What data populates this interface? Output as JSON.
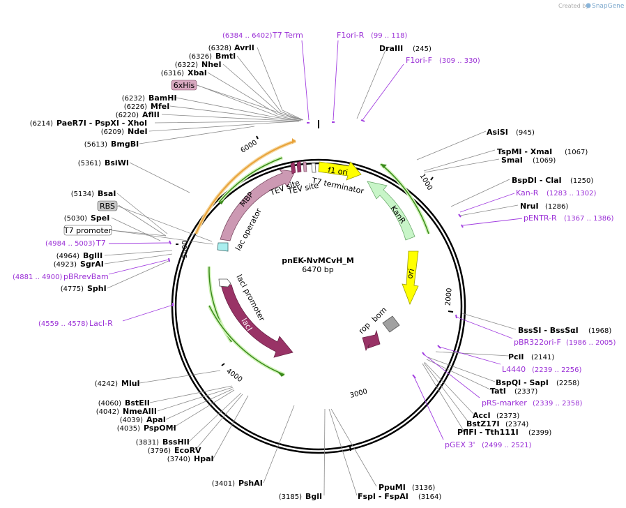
{
  "watermark": {
    "created_by": "Created by",
    "app": "SnapGene"
  },
  "plasmid": {
    "name": "pnEK-NvMCvH_M",
    "length_label": "6470 bp",
    "length": 6470
  },
  "ticks": [
    "1000",
    "2000",
    "3000",
    "4000",
    "5000",
    "6000"
  ],
  "features": [
    {
      "name": "f1 ori",
      "color": "#ffff00"
    },
    {
      "name": "T7 terminator",
      "color": "#ffffff"
    },
    {
      "name": "KanR",
      "color": "#c8f5c8"
    },
    {
      "name": "ori",
      "color": "#ffff00"
    },
    {
      "name": "rop",
      "color": "#993366"
    },
    {
      "name": "bom",
      "color": "#a0a0a0"
    },
    {
      "name": "lacI",
      "color": "#993366"
    },
    {
      "name": "lacI promoter",
      "color": "#ffffff"
    },
    {
      "name": "lac operator",
      "color": "#aaeeee"
    },
    {
      "name": "MBP",
      "color": "#cc99b3"
    },
    {
      "name": "TEV site",
      "color": "#993366"
    },
    {
      "name": "TEV site",
      "color": "#993366"
    }
  ],
  "enzymes": [
    {
      "pos": "(6328)",
      "name": "AvrII"
    },
    {
      "pos": "(6326)",
      "name": "BmtI"
    },
    {
      "pos": "(6322)",
      "name": "NheI"
    },
    {
      "pos": "(6316)",
      "name": "XbaI"
    },
    {
      "pos": "(6232)",
      "name": "BamHI"
    },
    {
      "pos": "(6226)",
      "name": "MfeI"
    },
    {
      "pos": "(6220)",
      "name": "AflII"
    },
    {
      "pos": "(6214)",
      "name": "PaeR7I  - PspXI  - XhoI"
    },
    {
      "pos": "(6209)",
      "name": "NdeI"
    },
    {
      "pos": "(5613)",
      "name": "BmgBI"
    },
    {
      "pos": "(5361)",
      "name": "BsiWI"
    },
    {
      "pos": "(5134)",
      "name": "BsaI"
    },
    {
      "pos": "(5030)",
      "name": "SpeI"
    },
    {
      "pos": "(4964)",
      "name": "BglII"
    },
    {
      "pos": "(4923)",
      "name": "SgrAI"
    },
    {
      "pos": "(4775)",
      "name": "SphI"
    },
    {
      "pos": "(4242)",
      "name": "MluI"
    },
    {
      "pos": "(4060)",
      "name": "BstEII"
    },
    {
      "pos": "(4042)",
      "name": "NmeAIII"
    },
    {
      "pos": "(4039)",
      "name": "ApaI"
    },
    {
      "pos": "(4035)",
      "name": "PspOMI"
    },
    {
      "pos": "(3831)",
      "name": "BssHII"
    },
    {
      "pos": "(3796)",
      "name": "EcoRV"
    },
    {
      "pos": "(3740)",
      "name": "HpaI"
    },
    {
      "pos": "(3401)",
      "name": "PshAI"
    },
    {
      "pos": "(3185)",
      "name": "BglI"
    },
    {
      "pos": "(3136)",
      "name": "PpuMI"
    },
    {
      "pos": "(3164)",
      "name": "FspI  - FspAI"
    },
    {
      "pos": "(245)",
      "name": "DraIII"
    },
    {
      "pos": "(945)",
      "name": "AsiSI"
    },
    {
      "pos": "(1067)",
      "name": "TspMI  - XmaI"
    },
    {
      "pos": "(1069)",
      "name": "SmaI"
    },
    {
      "pos": "(1250)",
      "name": "BspDI  - ClaI"
    },
    {
      "pos": "(1286)",
      "name": "NruI"
    },
    {
      "pos": "(1968)",
      "name": "BssSI  - BssSαI"
    },
    {
      "pos": "(2141)",
      "name": "PciI"
    },
    {
      "pos": "(2258)",
      "name": "BspQI  - SapI"
    },
    {
      "pos": "(2337)",
      "name": "TatI"
    },
    {
      "pos": "(2373)",
      "name": "AccI"
    },
    {
      "pos": "(2374)",
      "name": "BstZ17I"
    },
    {
      "pos": "(2399)",
      "name": "PflFI  - Tth111I"
    }
  ],
  "primers": [
    {
      "pos": "(6384 .. 6402)",
      "name": "T7 Term"
    },
    {
      "pos": "(99 .. 118)",
      "name": "F1ori-R"
    },
    {
      "pos": "(309 .. 330)",
      "name": "F1ori-F"
    },
    {
      "pos": "(1283 .. 1302)",
      "name": "Kan-R"
    },
    {
      "pos": "(1367 .. 1386)",
      "name": "pENTR-R"
    },
    {
      "pos": "(1986 .. 2005)",
      "name": "pBR322ori-F"
    },
    {
      "pos": "(2239 .. 2256)",
      "name": "L4440"
    },
    {
      "pos": "(2339 .. 2358)",
      "name": "pRS-marker"
    },
    {
      "pos": "(2499 .. 2521)",
      "name": "pGEX 3'"
    },
    {
      "pos": "(4984 .. 5003)",
      "name": "T7"
    },
    {
      "pos": "(4881 .. 4900)",
      "name": "pBRrevBam"
    },
    {
      "pos": "(4559 .. 4578)",
      "name": "LacI-R"
    }
  ],
  "boxed_labels": [
    {
      "name": "6xHis",
      "fill": "#d7a8bf"
    },
    {
      "name": "RBS",
      "fill": "#c8c8c8"
    },
    {
      "name": "T7 promoter",
      "fill": "#ffffff"
    }
  ]
}
